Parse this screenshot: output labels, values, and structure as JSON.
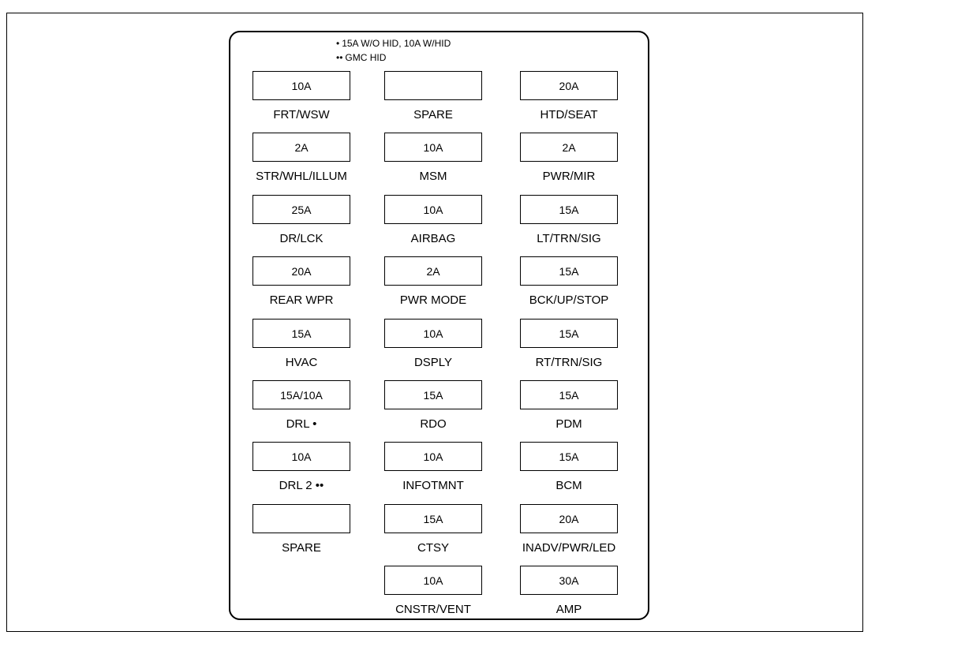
{
  "legend": [
    {
      "marker": "•",
      "text": "15A W/O HID, 10A W/HID"
    },
    {
      "marker": "••",
      "text": "GMC HID"
    }
  ],
  "rows": [
    [
      {
        "rating": "10A",
        "name": "FRT/WSW"
      },
      {
        "rating": "",
        "name": "SPARE"
      },
      {
        "rating": "20A",
        "name": "HTD/SEAT"
      }
    ],
    [
      {
        "rating": "2A",
        "name": "STR/WHL/ILLUM"
      },
      {
        "rating": "10A",
        "name": "MSM"
      },
      {
        "rating": "2A",
        "name": "PWR/MIR"
      }
    ],
    [
      {
        "rating": "25A",
        "name": "DR/LCK"
      },
      {
        "rating": "10A",
        "name": "AIRBAG"
      },
      {
        "rating": "15A",
        "name": "LT/TRN/SIG"
      }
    ],
    [
      {
        "rating": "20A",
        "name": "REAR WPR"
      },
      {
        "rating": "2A",
        "name": "PWR MODE"
      },
      {
        "rating": "15A",
        "name": "BCK/UP/STOP"
      }
    ],
    [
      {
        "rating": "15A",
        "name": "HVAC"
      },
      {
        "rating": "10A",
        "name": "DSPLY"
      },
      {
        "rating": "15A",
        "name": "RT/TRN/SIG"
      }
    ],
    [
      {
        "rating": "15A/10A",
        "name": "DRL •"
      },
      {
        "rating": "15A",
        "name": "RDO"
      },
      {
        "rating": "15A",
        "name": "PDM"
      }
    ],
    [
      {
        "rating": "10A",
        "name": "DRL 2 ••"
      },
      {
        "rating": "10A",
        "name": "INFOTMNT"
      },
      {
        "rating": "15A",
        "name": "BCM"
      }
    ],
    [
      {
        "rating": "",
        "name": "SPARE"
      },
      {
        "rating": "15A",
        "name": "CTSY"
      },
      {
        "rating": "20A",
        "name": "INADV/PWR/LED"
      }
    ],
    [
      null,
      {
        "rating": "10A",
        "name": "CNSTR/VENT"
      },
      {
        "rating": "30A",
        "name": "AMP"
      }
    ]
  ]
}
